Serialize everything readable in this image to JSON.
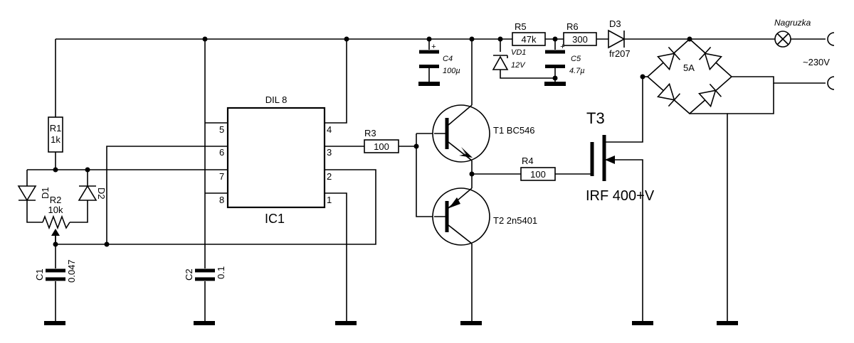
{
  "labels": {
    "ic_package": "DIL 8",
    "ic_name": "IC1",
    "pin1": "1",
    "pin2": "2",
    "pin3": "3",
    "pin4": "4",
    "pin5": "5",
    "pin6": "6",
    "pin7": "7",
    "pin8": "8",
    "r1_name": "R1",
    "r1_value": "1k",
    "r2_name": "R2",
    "r2_value": "10k",
    "r3_name": "R3",
    "r3_value": "100",
    "r4_name": "R4",
    "r4_value": "100",
    "r5_name": "R5",
    "r5_value": "47k",
    "r6_name": "R6",
    "r6_value": "300",
    "d1_name": "D1",
    "d2_name": "D2",
    "d3_name": "D3",
    "d3_value": "fr207",
    "vd1_name": "VD1",
    "vd1_value": "12V",
    "c1_name": "C1",
    "c1_value": "0.047",
    "c2_name": "C2",
    "c2_value": "0.1",
    "c4_name": "C4",
    "c4_value": "100µ",
    "c5_name": "C5",
    "c5_value": "4.7µ",
    "t1_label": "T1 BC546",
    "t2_label": "T2 2n5401",
    "t3_name": "T3",
    "t3_value": "IRF 400+V",
    "bridge_value": "5A",
    "load_label": "Nagruzka",
    "mains_label": "~230V",
    "plus_sign": "+"
  }
}
